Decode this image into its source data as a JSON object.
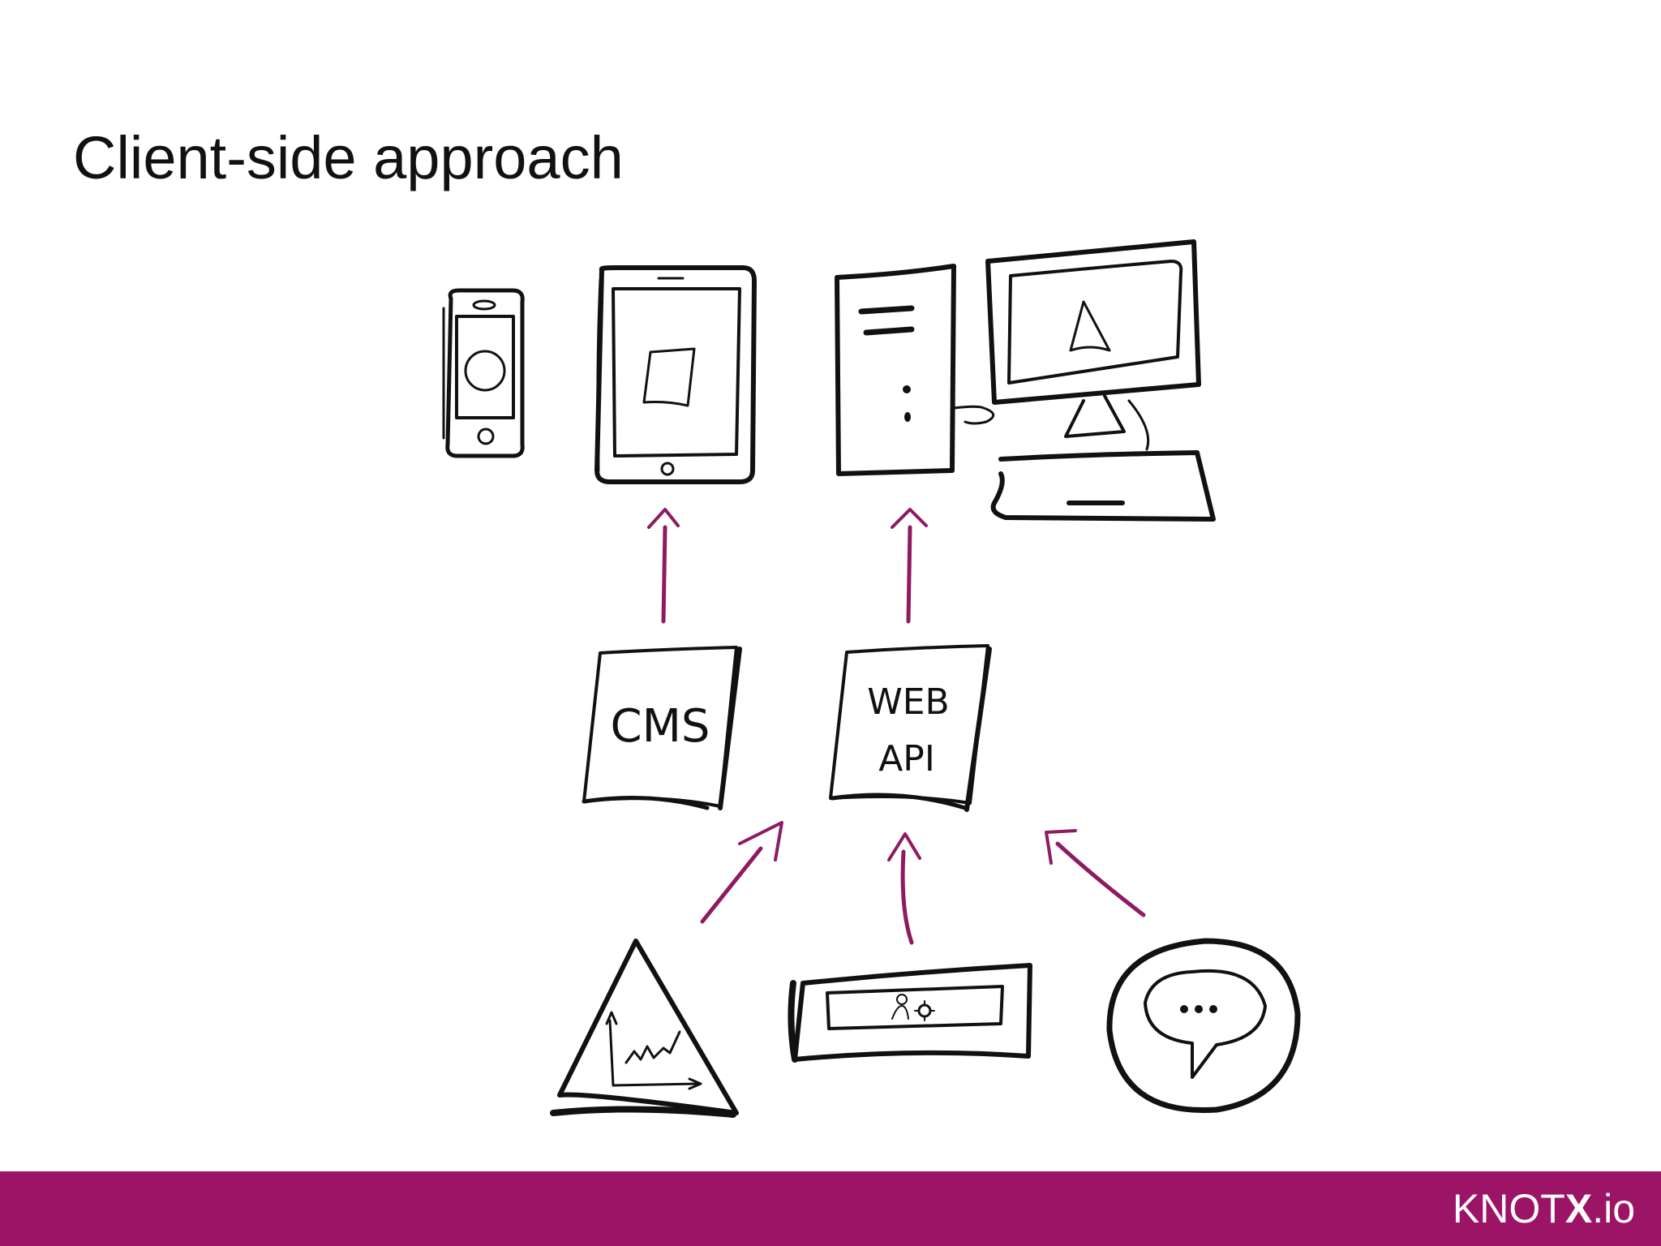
{
  "slide": {
    "title": "Client-side approach"
  },
  "diagram": {
    "boxes": {
      "cms": "CMS",
      "web_api_line1": "WEB",
      "web_api_line2": "API"
    },
    "devices": [
      "phone-icon",
      "tablet-icon",
      "desktop-tower-icon",
      "monitor-icon",
      "keyboard-icon"
    ],
    "sources": [
      "analytics-icon",
      "user-settings-icon",
      "chat-icon"
    ],
    "arrow_color": "#8e1a62"
  },
  "footer": {
    "brand_color": "#9c1466",
    "logo_prefix": "KNOT",
    "logo_bold": "X",
    "logo_suffix": ".io"
  }
}
